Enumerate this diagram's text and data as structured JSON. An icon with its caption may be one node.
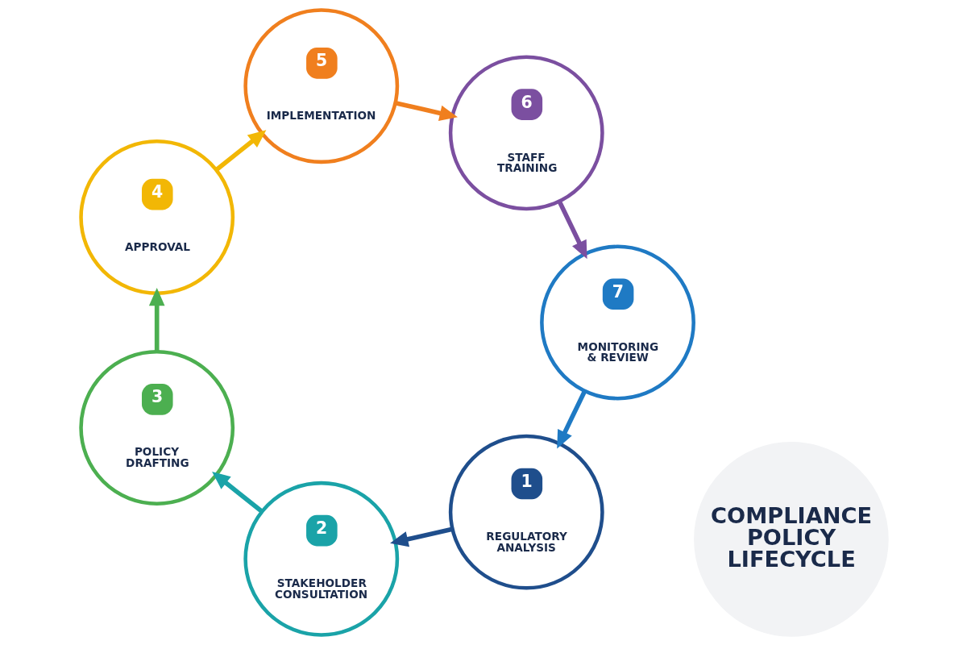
{
  "diagram": {
    "nodes": [
      {
        "text": [
          "1",
          "REGULATORY ANALYSIS"
        ]
      },
      {
        "text": [
          "2",
          "STAKEHOLDER CONSULTATION"
        ]
      },
      {
        "text": [
          "3",
          "POLICY DRAFTING"
        ]
      },
      {
        "text": [
          "4",
          "APPROVAL"
        ]
      },
      {
        "text": [
          "5",
          "IMPLEMENTATION"
        ]
      },
      {
        "text": [
          "6",
          "STAFF TRAINING"
        ]
      },
      {
        "text": [
          "7",
          "MONITORING & REVIEW"
        ]
      },
      {
        "text": [
          "COMPLIANCE POLICY LIFECYCLE"
        ]
      }
    ],
    "edges": [
      {
        "from": 0,
        "to": 1,
        "arrow": "to",
        "color": "#1f4e8c"
      },
      {
        "from": 1,
        "to": 2,
        "arrow": "to",
        "color": "#1aa3a8"
      },
      {
        "from": 2,
        "to": 3,
        "arrow": "to",
        "color": "#4caf50"
      },
      {
        "from": 3,
        "to": 4,
        "arrow": "to",
        "color": "#f2b705"
      },
      {
        "from": 4,
        "to": 5,
        "arrow": "to",
        "color": "#f07f1e"
      },
      {
        "from": 5,
        "to": 6,
        "arrow": "to",
        "color": "#7b4fa0"
      },
      {
        "from": 6,
        "to": 0,
        "arrow": "to",
        "color": "#1f7ac4"
      }
    ]
  }
}
